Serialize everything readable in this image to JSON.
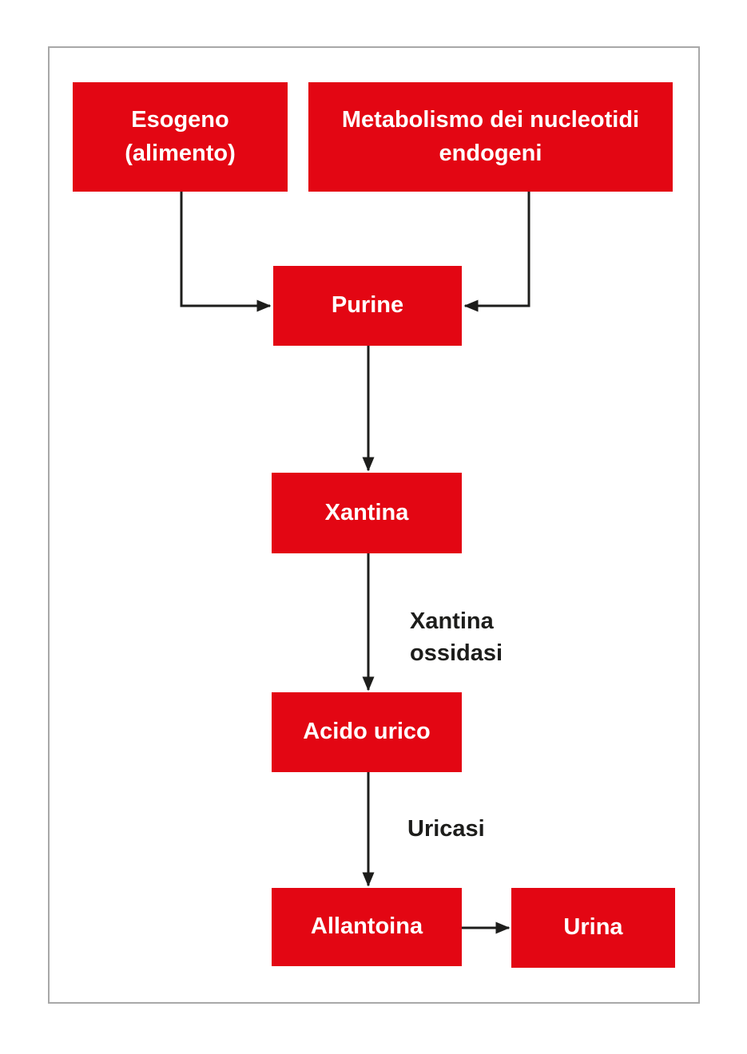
{
  "diagram": {
    "nodes": {
      "esogeno": {
        "line1": "Esogeno",
        "line2": "(alimento)"
      },
      "metabolismo": {
        "line1": "Metabolismo dei nucleotidi",
        "line2": "endogeni"
      },
      "purine": {
        "line1": "Purine"
      },
      "xantina": {
        "line1": "Xantina"
      },
      "acido_urico": {
        "line1": "Acido urico"
      },
      "allantoina": {
        "line1": "Allantoina"
      },
      "urina": {
        "line1": "Urina"
      }
    },
    "edge_labels": {
      "xantina_ossidasi": {
        "line1": "Xantina",
        "line2": "ossidasi"
      },
      "uricasi": {
        "line1": "Uricasi"
      }
    },
    "edges": [
      {
        "from": "esogeno",
        "to": "purine",
        "label": ""
      },
      {
        "from": "metabolismo",
        "to": "purine",
        "label": ""
      },
      {
        "from": "purine",
        "to": "xantina",
        "label": ""
      },
      {
        "from": "xantina",
        "to": "acido_urico",
        "label": "Xantina ossidasi"
      },
      {
        "from": "acido_urico",
        "to": "allantoina",
        "label": "Uricasi"
      },
      {
        "from": "allantoina",
        "to": "urina",
        "label": ""
      }
    ],
    "colors": {
      "box_fill": "#e30613",
      "box_text": "#ffffff",
      "arrow": "#1d1d1b",
      "frame_border": "#a8a8a8",
      "page_bg": "#ffffff"
    }
  }
}
